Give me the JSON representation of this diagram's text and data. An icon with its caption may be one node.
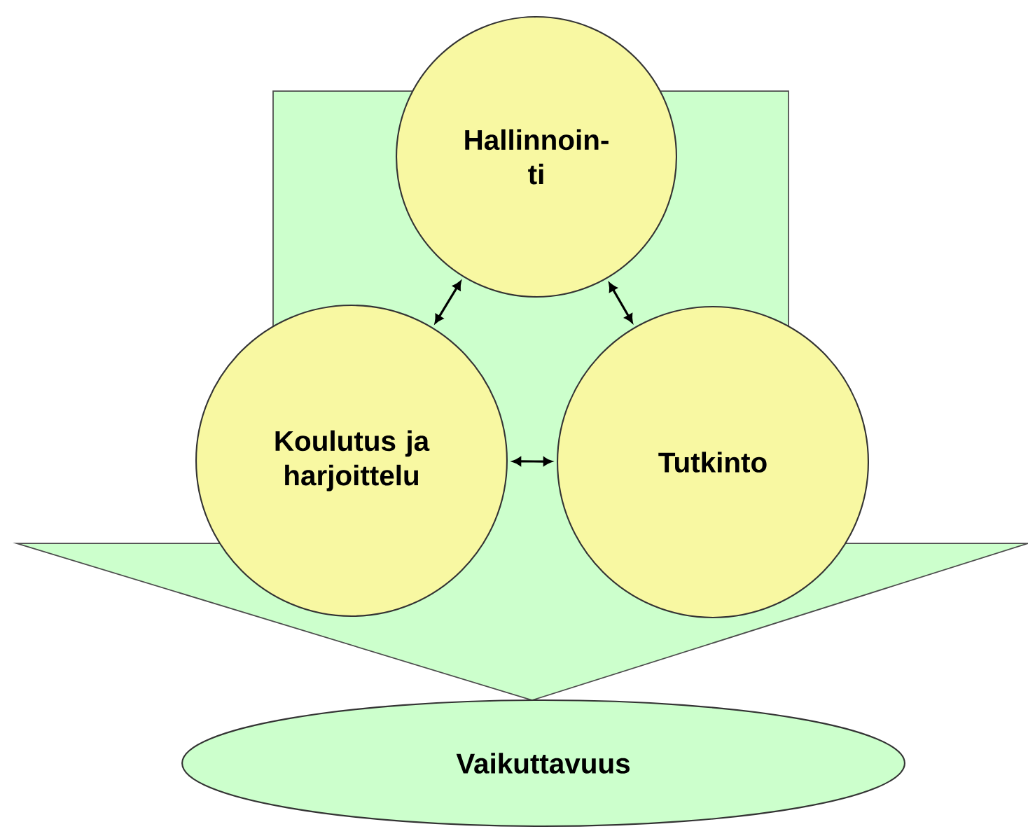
{
  "diagram": {
    "nodes": [
      {
        "text": [
          "Hallinnoin-ti"
        ]
      },
      {
        "text": [
          "Koulutus ja harjoittelu"
        ]
      },
      {
        "text": [
          "Tutkinto"
        ]
      },
      {
        "text": [
          "Vaikuttavuus"
        ]
      }
    ],
    "edges": [
      {
        "from": 0,
        "to": 1,
        "arrow": "both"
      },
      {
        "from": 0,
        "to": 2,
        "arrow": "both"
      },
      {
        "from": 1,
        "to": 2,
        "arrow": "both"
      },
      {
        "from": 0,
        "to": 3,
        "arrow": "to",
        "style": "thick"
      }
    ]
  }
}
